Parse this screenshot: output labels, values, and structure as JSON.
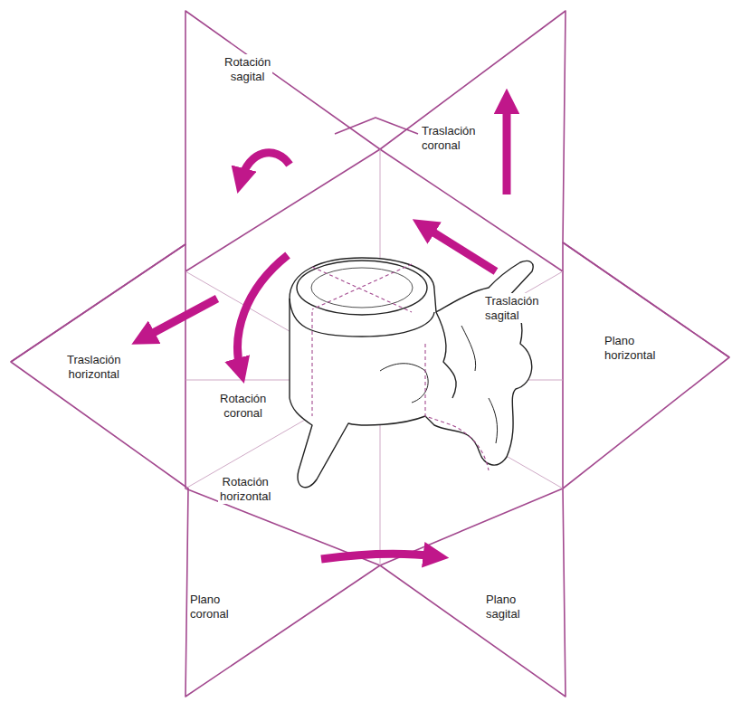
{
  "diagram": {
    "labels": [
      "Rotación sagital",
      "Traslación coronal",
      "Traslación sagital",
      "Plano horizontal",
      "Traslación horizontal",
      "Rotación coronal",
      "Rotación horizontal",
      "Plano coronal",
      "Plano sagital"
    ]
  }
}
